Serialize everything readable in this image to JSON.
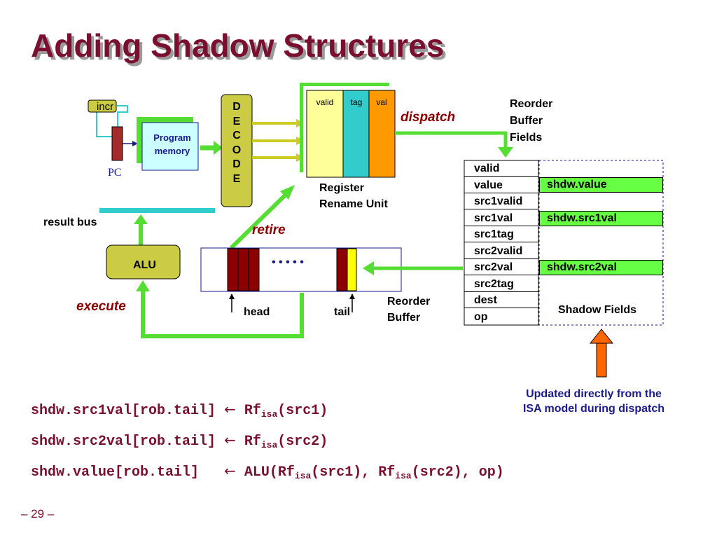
{
  "slide": {
    "title": "Adding Shadow Structures",
    "page_number": "– 29 –"
  },
  "diagram": {
    "incr_label": "incr",
    "pc_label": "PC",
    "program_memory_label": "Program memory",
    "decode_letters": [
      "D",
      "E",
      "C",
      "O",
      "D",
      "E"
    ],
    "rename_columns": [
      "valid",
      "tag",
      "val"
    ],
    "dispatch_label": "dispatch",
    "register_rename_unit_label": [
      "Register",
      "Rename Unit"
    ],
    "reorder_buffer_fields_label": [
      "Reorder",
      "Buffer",
      "Fields"
    ],
    "result_bus_label": "result bus",
    "retire_label": "retire",
    "alu_label": "ALU",
    "execute_label": "execute",
    "rob_dots": "• • • • •",
    "head_label": "head",
    "tail_label": "tail",
    "reorder_buffer_label": [
      "Reorder",
      "Buffer"
    ],
    "rob_fields": [
      "valid",
      "value",
      "src1valid",
      "src1val",
      "src1tag",
      "src2valid",
      "src2val",
      "src2tag",
      "dest",
      "op"
    ],
    "shadow_fields": {
      "value": "shdw.value",
      "src1val": "shdw.src1val",
      "src2val": "shdw.src2val",
      "label": "Shadow Fields"
    },
    "update_note": [
      "Updated directly from the",
      "ISA model during dispatch"
    ]
  },
  "code_lines": [
    {
      "lhs": "shdw.src1val[rob.tail]",
      "arrow": "←",
      "pre": "Rf",
      "sub": "isa",
      "post": "(src1)"
    },
    {
      "lhs": "shdw.src2val[rob.tail]",
      "arrow": "←",
      "pre": "Rf",
      "sub": "isa",
      "post": "(src2)"
    },
    {
      "lhs": "shdw.value[rob.tail]",
      "arrow": "←",
      "pre": "ALU(Rf",
      "sub": "isa",
      "mid": "(src1), Rf",
      "sub2": "isa",
      "post": "(src2), op)"
    }
  ],
  "colors": {
    "title": "#7a0f2f",
    "green_arrow": "#55dd33",
    "shadow_green": "#66ff44",
    "rename_yellow": "#ffff99",
    "rename_teal": "#33cccc",
    "rename_orange": "#ff9900",
    "rob_entry": "#8b0000",
    "tail_yellow": "#ffff00",
    "update_arrow": "#ff6600"
  }
}
